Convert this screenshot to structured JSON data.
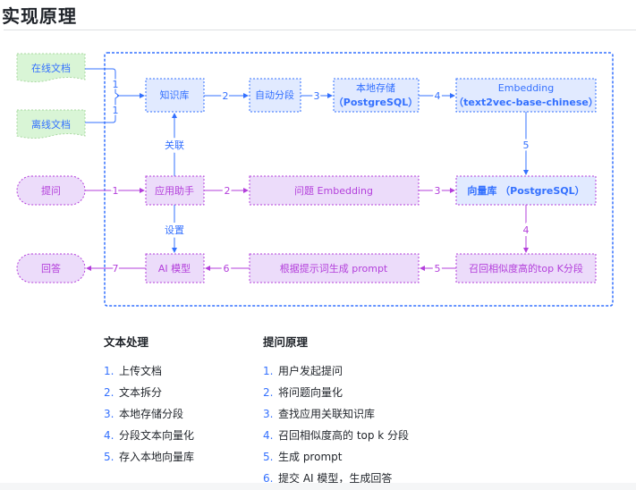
{
  "page": {
    "title": "实现原理"
  },
  "diagram": {
    "colors": {
      "blue": "#3370ff",
      "blue_fill": "#e1eaff",
      "purple": "#b33fdb",
      "purple_fill": "#ecdcfa",
      "green_fill": "#d9f5d6",
      "container_border": "#3370ff"
    },
    "sources": {
      "online_docs": "在线文档",
      "offline_docs": "离线文档",
      "question": "提问",
      "answer": "回答"
    },
    "nodes": {
      "knowledge_base": "知识库",
      "auto_segment": "自动分段",
      "local_storage_line1": "本地存储",
      "local_storage_line2": "（PostgreSQL）",
      "embedding_line1": "Embedding",
      "embedding_line2": "（text2vec-base-chinese）",
      "app_assistant": "应用助手",
      "question_embedding": "问题 Embedding",
      "vector_db": "向量库 （PostgreSQL）",
      "ai_model": "AI 模型",
      "generate_prompt": "根据提示词生成 prompt",
      "recall_topk": "召回相似度高的top K分段"
    },
    "edge_labels": {
      "online_to_kb": "1",
      "offline_to_kb": "1",
      "kb_to_segment": "2",
      "segment_to_storage": "3",
      "storage_to_embedding": "4",
      "embedding_to_vector": "5",
      "relate": "关联",
      "question_to_assistant": "1",
      "assistant_to_qembed": "2",
      "qembed_to_vector": "3",
      "setup": "设置",
      "vector_to_recall": "4",
      "recall_to_prompt": "5",
      "prompt_to_model": "6",
      "model_to_answer": "7"
    }
  },
  "text_processing": {
    "heading": "文本处理",
    "items": [
      {
        "num": "1.",
        "text": "上传文档"
      },
      {
        "num": "2.",
        "text": "文本拆分"
      },
      {
        "num": "3.",
        "text": "本地存储分段"
      },
      {
        "num": "4.",
        "text": "分段文本向量化"
      },
      {
        "num": "5.",
        "text": "存入本地向量库"
      }
    ]
  },
  "question_principle": {
    "heading": "提问原理",
    "items": [
      {
        "num": "1.",
        "text": "用户发起提问"
      },
      {
        "num": "2.",
        "text": "将问题向量化"
      },
      {
        "num": "3.",
        "text": "查找应用关联知识库"
      },
      {
        "num": "4.",
        "text": "召回相似度高的 top k 分段"
      },
      {
        "num": "5.",
        "text": "生成 prompt"
      },
      {
        "num": "6.",
        "text": "提交 AI 模型，生成回答"
      }
    ]
  }
}
